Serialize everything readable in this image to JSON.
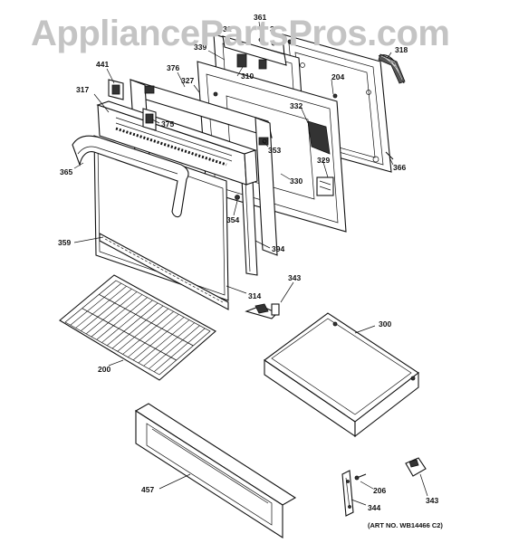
{
  "watermark": "AppliancePartsPros.com",
  "art_number": "(ART NO. WB14466 C2)",
  "callouts": {
    "c361": "361",
    "c3a": "3",
    "c31": "31",
    "c318": "318",
    "c339": "339",
    "c310": "310",
    "c441": "441",
    "c376": "376",
    "c327": "327",
    "c204": "204",
    "c317": "317",
    "c332": "332",
    "c375": "375",
    "c353": "353",
    "c365": "365",
    "c329": "329",
    "c366": "366",
    "c330": "330",
    "c354": "354",
    "c394": "394",
    "c359": "359",
    "c343a": "343",
    "c314": "314",
    "c300": "300",
    "c200": "200",
    "c457": "457",
    "c206": "206",
    "c344": "344",
    "c343b": "343"
  }
}
